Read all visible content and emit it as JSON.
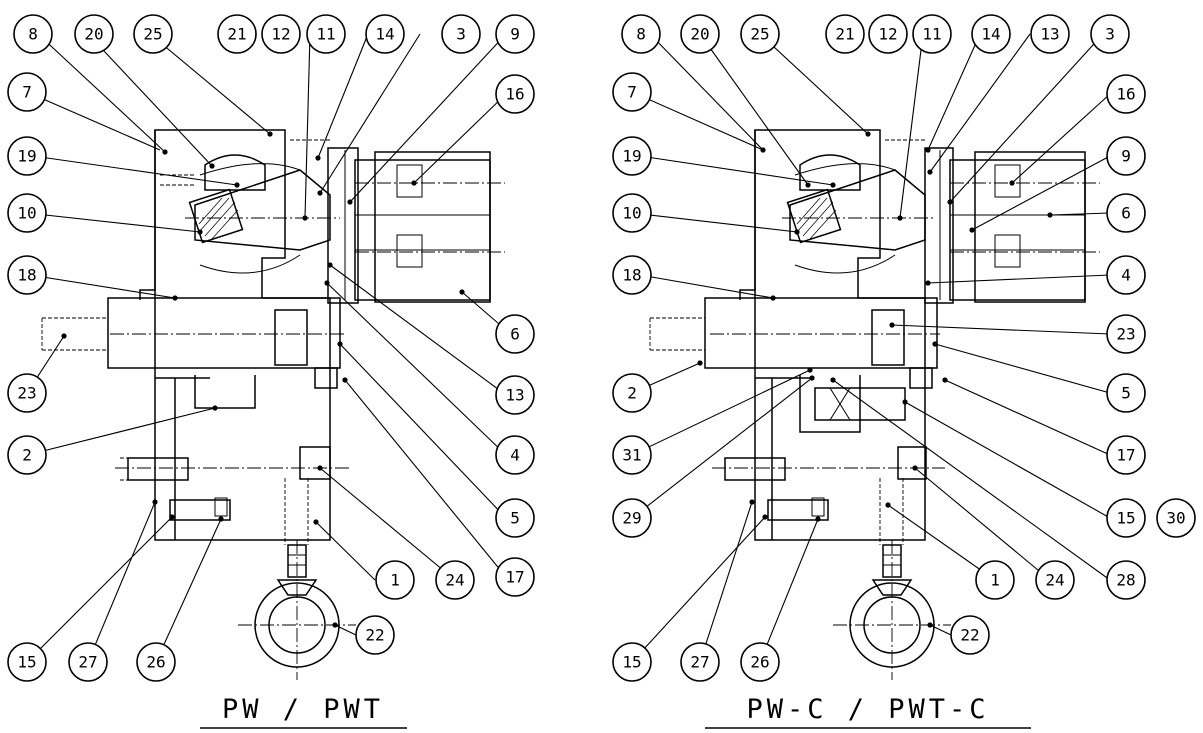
{
  "views": [
    {
      "id": "pw-pwt",
      "caption": "PW / PWT",
      "labels": [
        "8",
        "20",
        "25",
        "21",
        "12",
        "11",
        "14",
        "3",
        "9",
        "7",
        "16",
        "19",
        "10",
        "18",
        "6",
        "23",
        "13",
        "2",
        "4",
        "5",
        "17",
        "1",
        "24",
        "15",
        "27",
        "26",
        "22"
      ]
    },
    {
      "id": "pw-c-pwt-c",
      "caption": "PW-C / PWT-C",
      "labels": [
        "8",
        "20",
        "25",
        "21",
        "12",
        "11",
        "14",
        "13",
        "3",
        "7",
        "16",
        "19",
        "9",
        "10",
        "6",
        "18",
        "4",
        "23",
        "2",
        "5",
        "17",
        "31",
        "15",
        "30",
        "29",
        "1",
        "24",
        "28",
        "15",
        "27",
        "26",
        "22"
      ]
    }
  ]
}
